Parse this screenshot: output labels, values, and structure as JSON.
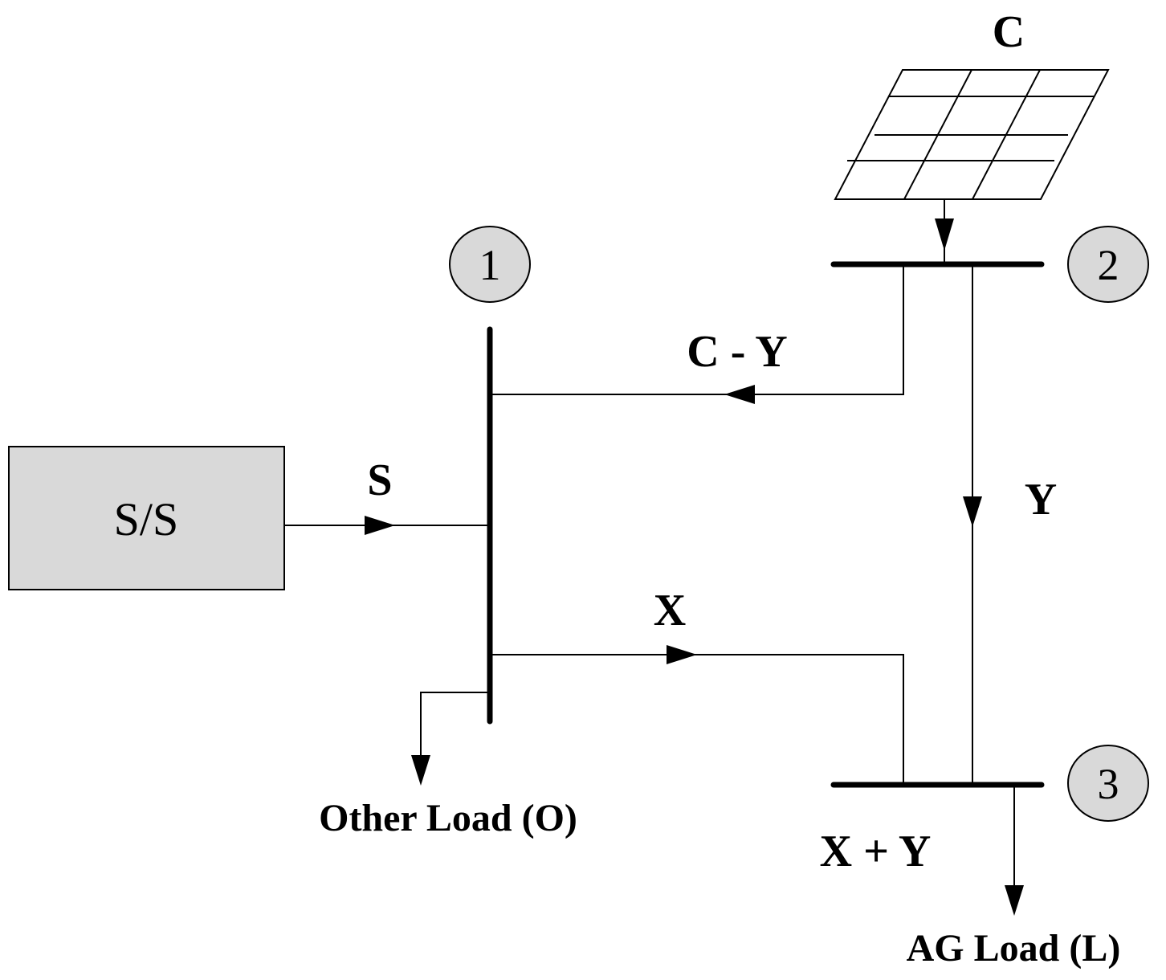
{
  "colors": {
    "line": "#000000",
    "node_fill": "#d9d9d9",
    "box_fill": "#d9d9d9",
    "background": "#ffffff"
  },
  "substation": {
    "label": "S/S"
  },
  "solar": {
    "icon": "solar-panel-icon",
    "label": "C"
  },
  "nodes": [
    {
      "id": "1",
      "label": "1"
    },
    {
      "id": "2",
      "label": "2"
    },
    {
      "id": "3",
      "label": "3"
    }
  ],
  "flows": {
    "s": "S",
    "c_minus_y": "C - Y",
    "y": "Y",
    "x": "X",
    "x_plus_y": "X + Y"
  },
  "loads": {
    "other": "Other Load (O)",
    "ag": "AG Load (L)"
  }
}
